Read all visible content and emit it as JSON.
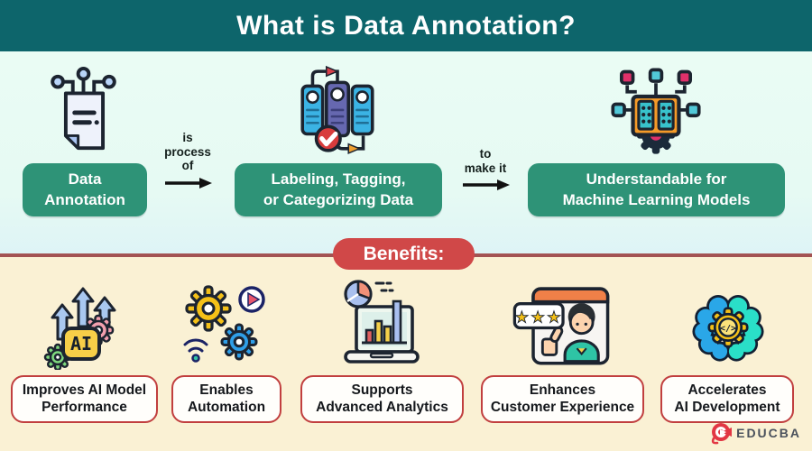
{
  "header": {
    "title": "What is Data Annotation?"
  },
  "flow": {
    "nodes": [
      {
        "icon": "annotated-document-icon",
        "lines": [
          "Data",
          "Annotation"
        ]
      },
      {
        "icon": "data-tags-check-icon",
        "lines": [
          "Labeling, Tagging,",
          "or Categorizing Data"
        ]
      },
      {
        "icon": "machine-learning-book-icon",
        "lines": [
          "Understandable for",
          "Machine Learning Models"
        ]
      }
    ],
    "connectors": [
      {
        "lines": [
          "is",
          "process",
          "of"
        ]
      },
      {
        "lines": [
          "to",
          "make it"
        ]
      }
    ]
  },
  "benefits": {
    "title": "Benefits:",
    "items": [
      {
        "icon": "ai-performance-icon",
        "lines": [
          "Improves AI Model",
          "Performance"
        ]
      },
      {
        "icon": "automation-gears-icon",
        "lines": [
          "Enables",
          "Automation"
        ]
      },
      {
        "icon": "analytics-laptop-icon",
        "lines": [
          "Supports",
          "Advanced Analytics"
        ]
      },
      {
        "icon": "customer-experience-icon",
        "lines": [
          "Enhances",
          "Customer Experience"
        ]
      },
      {
        "icon": "ai-brain-icon",
        "lines": [
          "Accelerates",
          "AI Development"
        ]
      }
    ]
  },
  "brand": {
    "name": "EDUCBA"
  },
  "colors": {
    "header_bg": "#0d656b",
    "flow_bg": "#e7fbf4",
    "node_green": "#2e9377",
    "divider_red": "#a35353",
    "benefits_bg": "#faf1d4",
    "pill_red": "#d04848",
    "card_border_red": "#c13f3f",
    "brand_red": "#e23744",
    "icon_outline": "#1c2430"
  }
}
